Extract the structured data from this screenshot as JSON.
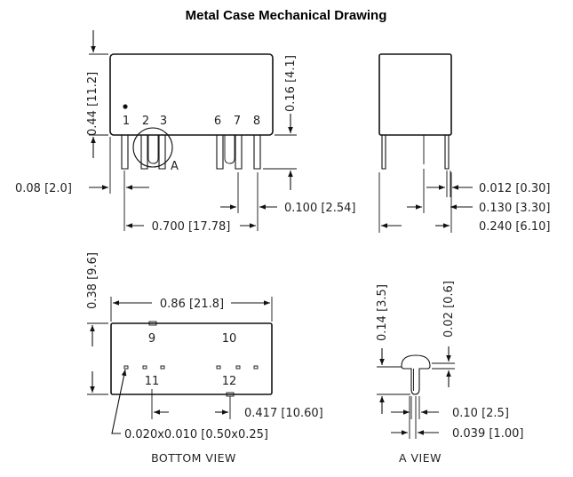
{
  "title": "Metal Case Mechanical Drawing",
  "side_view": {
    "pins_left": [
      "1",
      "2",
      "3"
    ],
    "pins_right": [
      "6",
      "7",
      "8"
    ],
    "detail_marker": "A",
    "dims": {
      "height": "0.44 [11.2]",
      "pin_length": "0.16 [4.1]",
      "pin_offset": "0.08 [2.0]",
      "pin_span": "0.700 [17.78]",
      "pin_pitch": "0.100 [2.54]"
    }
  },
  "end_view": {
    "dims": {
      "pin_thickness": "0.012 [0.30]",
      "pin_row_spacing": "0.130 [3.30]",
      "width": "0.240 [6.10]"
    }
  },
  "bottom_view": {
    "caption": "BOTTOM VIEW",
    "pins_top": [
      "9",
      "10"
    ],
    "pins_bottom": [
      "11",
      "12"
    ],
    "dims": {
      "height": "0.38 [9.6]",
      "length": "0.86 [21.8]",
      "pin_span": "0.417 [10.60]",
      "pin_size": "0.020x0.010 [0.50x0.25]"
    }
  },
  "a_view": {
    "caption": "A VIEW",
    "dims": {
      "height": "0.14 [3.5]",
      "head": "0.02 [0.6]",
      "pin_width": "0.10 [2.5]",
      "head_width": "0.039 [1.00]"
    }
  }
}
